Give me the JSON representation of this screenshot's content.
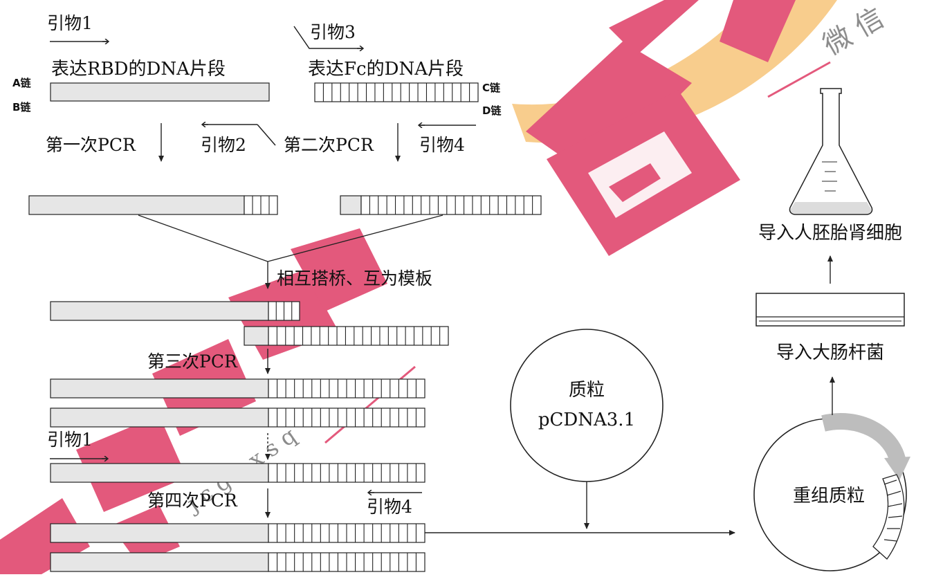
{
  "labels": {
    "primer1_top": "引物1",
    "primer3": "引物3",
    "primer2": "引物2",
    "primer4_top": "引物4",
    "primer1_bottom": "引物1",
    "primer4_bottom": "引物4",
    "rbd_fragment": "表达RBD的DNA片段",
    "fc_fragment": "表达Fc的DNA片段",
    "strand_a": "A链",
    "strand_b": "B链",
    "strand_c": "C链",
    "strand_d": "D链",
    "pcr1": "第一次PCR",
    "pcr2": "第二次PCR",
    "pcr3": "第三次PCR",
    "pcr4": "第四次PCR",
    "bridging": "相互搭桥、互为模板",
    "plasmid_title": "质粒",
    "plasmid_name": "pCDNA3.1",
    "recombinant_plasmid": "重组质粒",
    "into_ecoli": "导入大肠杆菌",
    "into_hek": "导入人胚胎肾细胞"
  },
  "colors": {
    "rbd_fill": "#e6e6e6",
    "stroke": "#222222",
    "watermark_red": "#e0426a",
    "watermark_orange": "#f7c77e"
  }
}
